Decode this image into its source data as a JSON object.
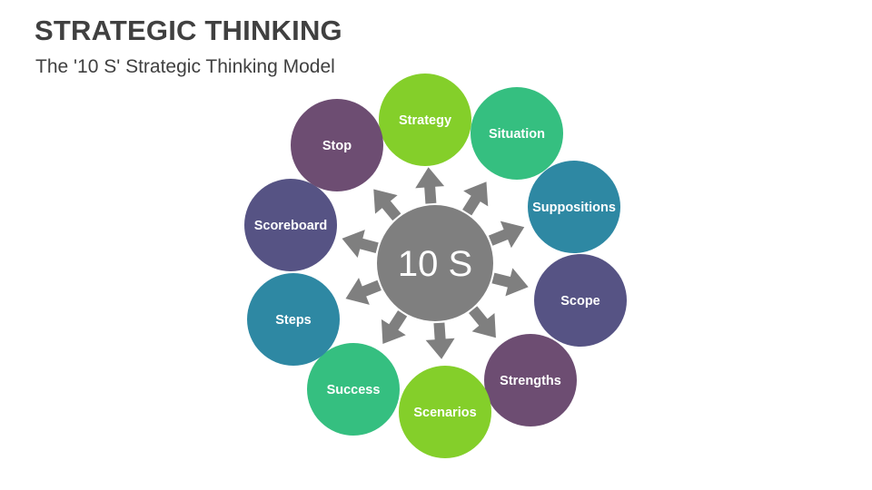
{
  "header": {
    "title": "STRATEGIC THINKING",
    "subtitle": "The '10 S' Strategic Thinking Model"
  },
  "colors": {
    "center": "#7f7f7f",
    "arrow": "#7f7f7f",
    "lime": "#84cf2a",
    "green": "#35bf80",
    "teal": "#2e88a3",
    "indigo": "#565384",
    "plum": "#6d4d72"
  },
  "diagram": {
    "center_label": "10 S",
    "nodes": [
      {
        "label": "Strategy",
        "color": "#84cf2a"
      },
      {
        "label": "Situation",
        "color": "#35bf80"
      },
      {
        "label": "Suppositions",
        "color": "#2e88a3"
      },
      {
        "label": "Scope",
        "color": "#565384"
      },
      {
        "label": "Strengths",
        "color": "#6d4d72"
      },
      {
        "label": "Scenarios",
        "color": "#84cf2a"
      },
      {
        "label": "Success",
        "color": "#35bf80"
      },
      {
        "label": "Steps",
        "color": "#2e88a3"
      },
      {
        "label": "Scoreboard",
        "color": "#565384"
      },
      {
        "label": "Stop",
        "color": "#6d4d72"
      }
    ]
  }
}
